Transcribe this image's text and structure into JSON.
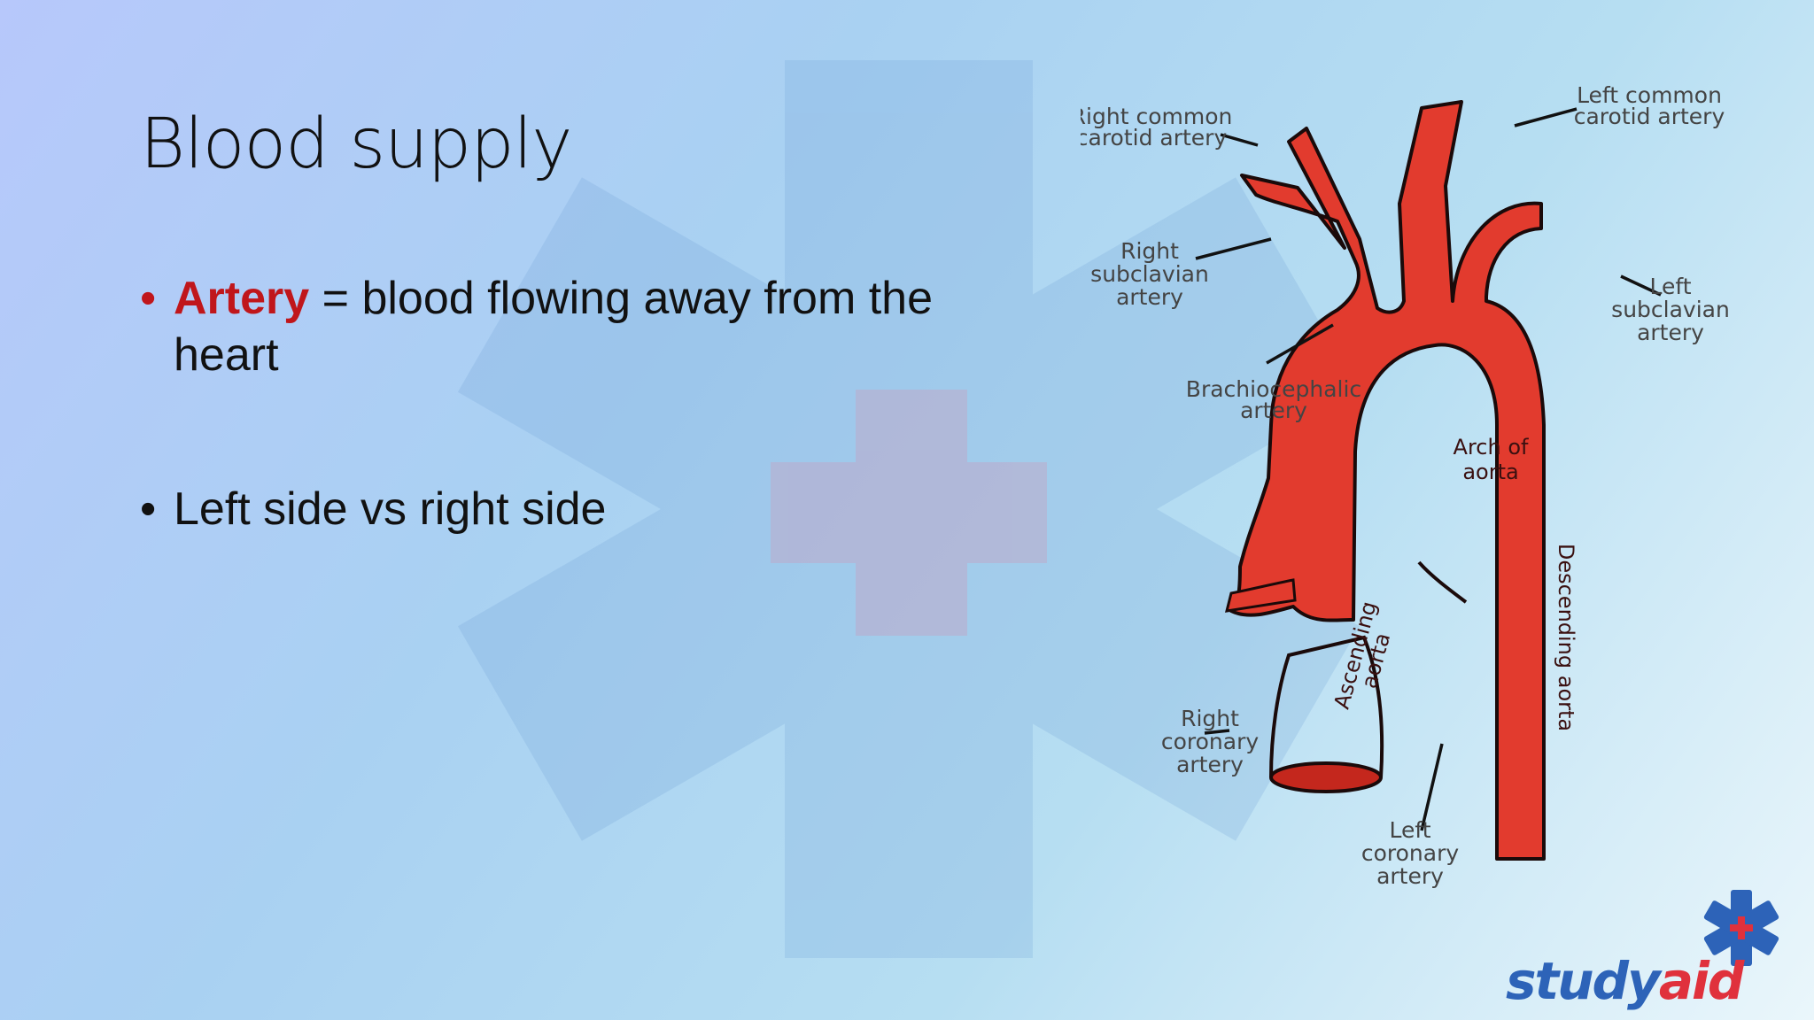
{
  "slide": {
    "title": "Blood supply",
    "bullets": [
      {
        "highlight": "Artery",
        "rest": " = blood flowing away from the heart"
      },
      {
        "text": "Left side vs right side"
      }
    ]
  },
  "diagram": {
    "labels": {
      "right_common_carotid": [
        "Right common",
        "carotid artery"
      ],
      "left_common_carotid": [
        "Left common",
        "carotid artery"
      ],
      "right_subclavian": [
        "Right",
        "subclavian",
        "artery"
      ],
      "left_subclavian": [
        "Left",
        "subclavian",
        "artery"
      ],
      "brachiocephalic": [
        "Brachiocephalic",
        "artery"
      ],
      "arch": [
        "Arch of",
        "aorta"
      ],
      "ascending": [
        "Ascending",
        "aorta"
      ],
      "descending": "Descending aorta",
      "right_coronary": [
        "Right",
        "coronary",
        "artery"
      ],
      "left_coronary": [
        "Left",
        "coronary",
        "artery"
      ]
    }
  },
  "logo": {
    "study": "study",
    "aid": "aid"
  },
  "colors": {
    "accent_red": "#c0161b",
    "artery_red": "#e23b2e",
    "logo_blue": "#2d63b8",
    "logo_red": "#e0313c"
  },
  "icons": {
    "watermark": "star-of-life-icon",
    "logo_mark": "star-of-life-icon"
  }
}
